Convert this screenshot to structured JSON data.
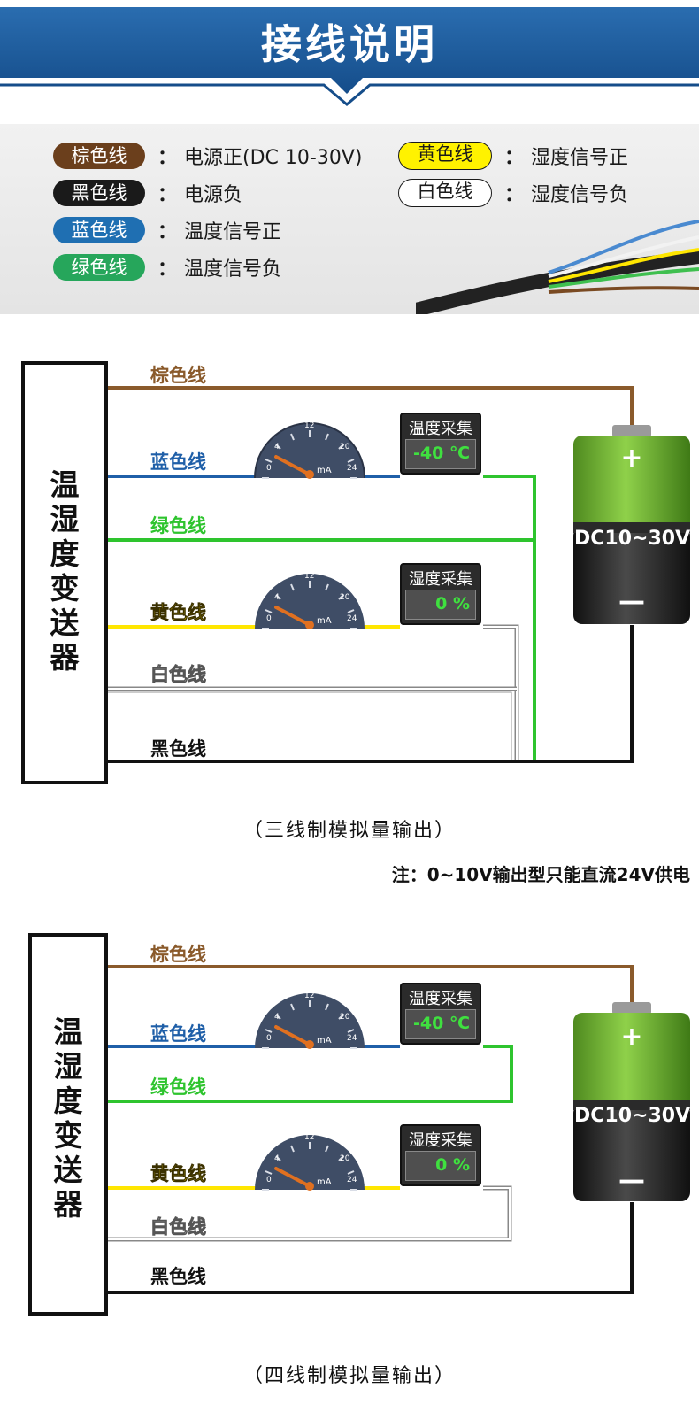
{
  "header": {
    "title": "接线说明"
  },
  "legend": {
    "left": [
      {
        "label": "棕色线",
        "desc": "电源正(DC 10-30V)"
      },
      {
        "label": "黑色线",
        "desc": "电源负"
      },
      {
        "label": "蓝色线",
        "desc": "温度信号正"
      },
      {
        "label": "绿色线",
        "desc": "温度信号负"
      }
    ],
    "right": [
      {
        "label": "黄色线",
        "desc": "湿度信号正"
      },
      {
        "label": "白色线",
        "desc": "湿度信号负"
      }
    ],
    "colon": "："
  },
  "transmitter": {
    "name_chars": [
      "温",
      "湿",
      "度",
      "变",
      "送",
      "器"
    ]
  },
  "wires": {
    "brown": "棕色线",
    "blue": "蓝色线",
    "green": "绿色线",
    "yellow": "黄色线",
    "white": "白色线",
    "black": "黑色线"
  },
  "gauge": {
    "ticks": [
      "0",
      "4",
      "12",
      "20",
      "24"
    ],
    "unit": "mA"
  },
  "displays": {
    "temp": {
      "title": "温度采集",
      "value": "-40 ℃"
    },
    "hum": {
      "title": "湿度采集",
      "value": "0 %"
    }
  },
  "battery": {
    "label": "DC10~30V",
    "plus": "+",
    "minus": "—"
  },
  "captions": {
    "three_wire": "（三线制模拟量输出）",
    "note": "注：0~10V输出型只能直流24V供电",
    "four_wire": "（四线制模拟量输出）"
  },
  "colors": {
    "header_blue": "#1f5fa0",
    "brown": "#8a5a2b",
    "blue": "#1f5fa8",
    "green": "#2ec42e",
    "yellow": "#ffe600",
    "black": "#111111",
    "battery_green": "#7cc23b"
  }
}
